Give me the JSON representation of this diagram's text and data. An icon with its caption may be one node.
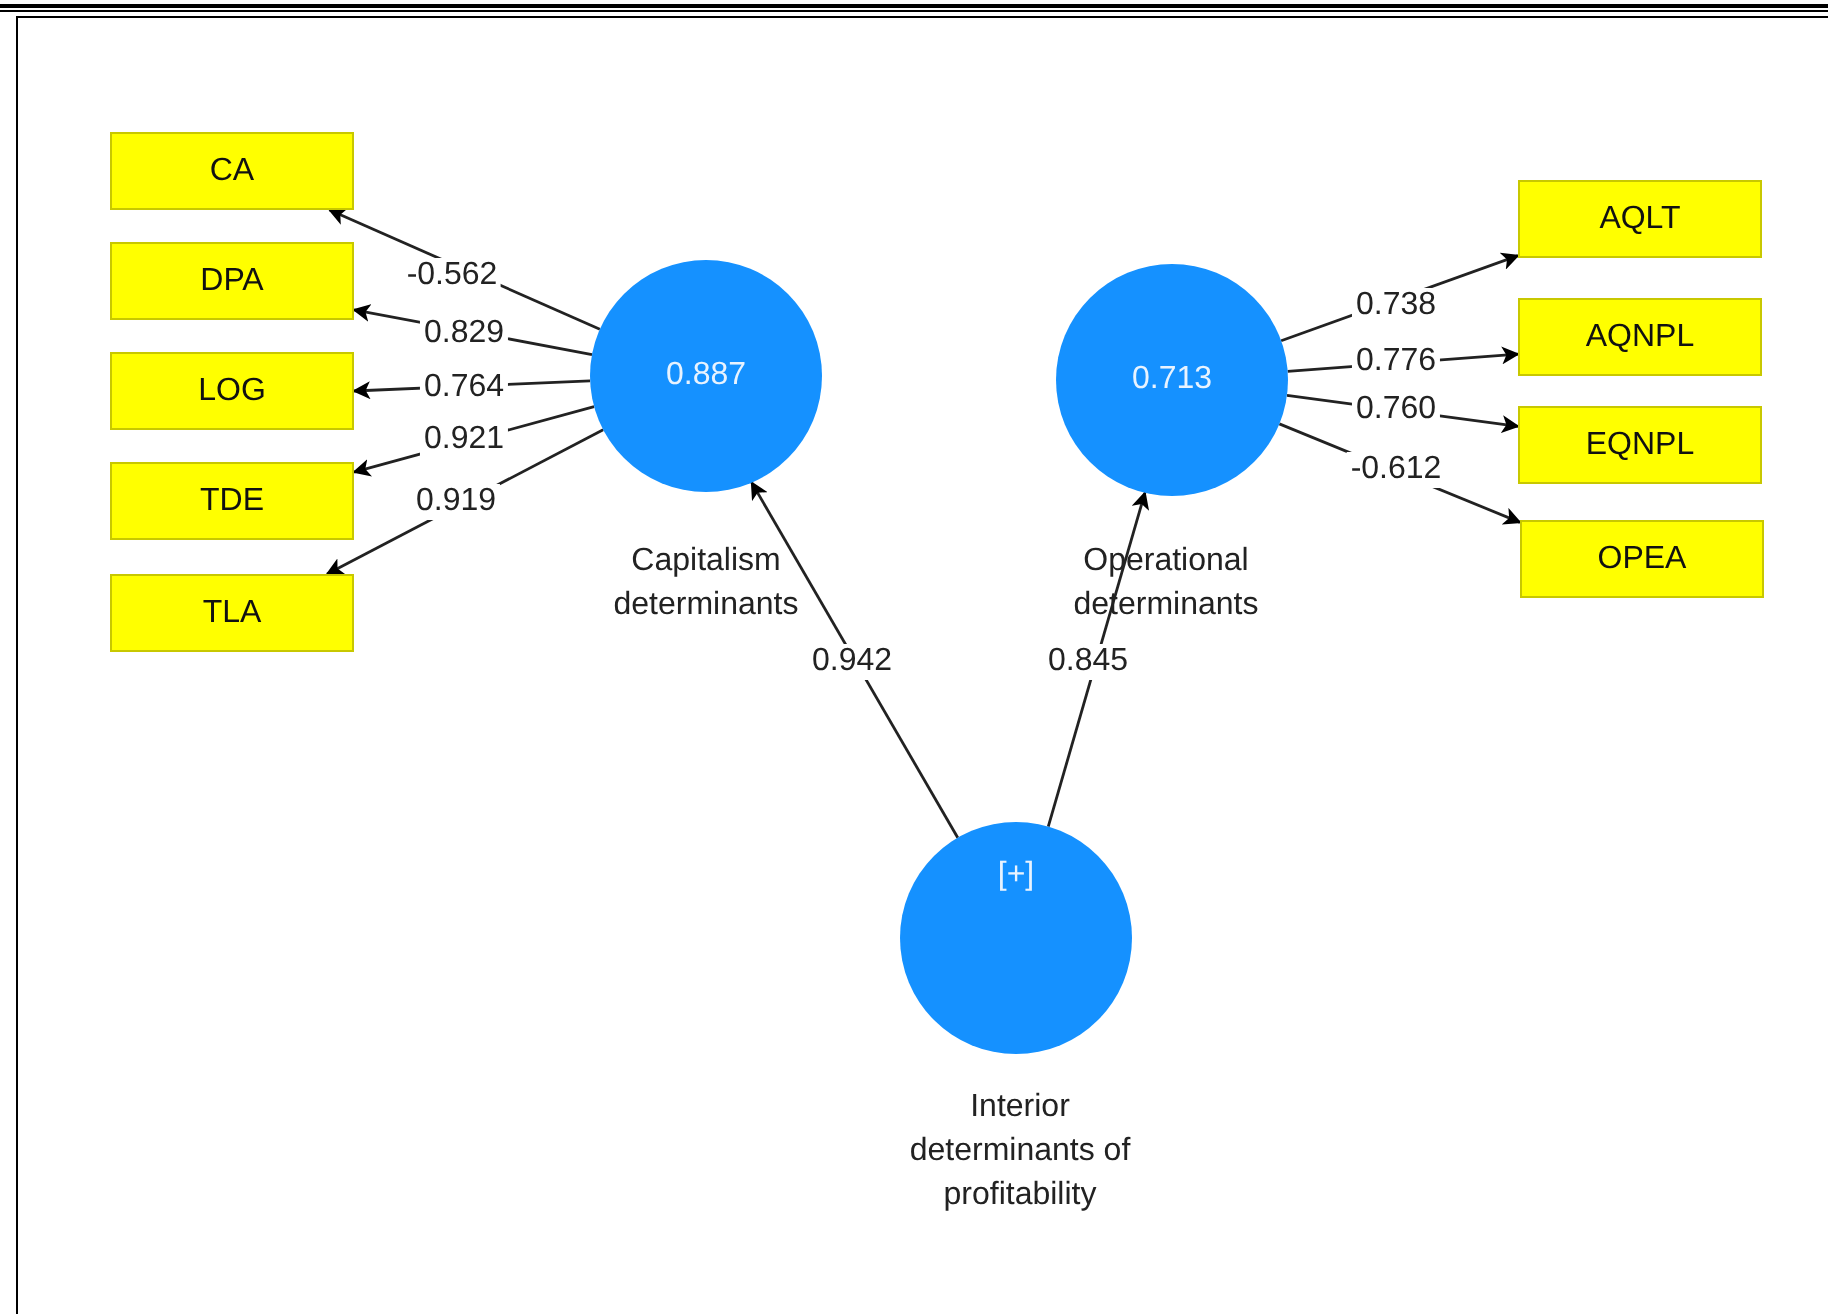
{
  "diagram": {
    "nodes": [
      {
        "text": [
          "CA"
        ]
      },
      {
        "text": [
          "DPA"
        ]
      },
      {
        "text": [
          "LOG"
        ]
      },
      {
        "text": [
          "TDE"
        ]
      },
      {
        "text": [
          "TLA"
        ]
      },
      {
        "text": [
          "0.887"
        ],
        "beside": [
          "Capitalism determinants"
        ]
      },
      {
        "text": [
          "0.713"
        ],
        "beside": [
          "Operational determinants"
        ]
      },
      {
        "text": [
          "AQLT"
        ]
      },
      {
        "text": [
          "AQNPL"
        ]
      },
      {
        "text": [
          "EQNPL"
        ]
      },
      {
        "text": [
          "OPEA"
        ]
      },
      {
        "text": [
          "[+]"
        ],
        "beside": [
          "Interior determinants of profitability"
        ]
      }
    ],
    "edges": [
      {
        "from": 5,
        "to": 0,
        "arrow": "to",
        "label": "-0.562"
      },
      {
        "from": 5,
        "to": 1,
        "arrow": "to",
        "label": "0.829"
      },
      {
        "from": 5,
        "to": 2,
        "arrow": "to",
        "label": "0.764"
      },
      {
        "from": 5,
        "to": 3,
        "arrow": "to",
        "label": "0.921"
      },
      {
        "from": 5,
        "to": 4,
        "arrow": "to",
        "label": "0.919"
      },
      {
        "from": 6,
        "to": 7,
        "arrow": "to",
        "label": "0.738"
      },
      {
        "from": 6,
        "to": 8,
        "arrow": "to",
        "label": "0.776"
      },
      {
        "from": 6,
        "to": 9,
        "arrow": "to",
        "label": "0.760"
      },
      {
        "from": 6,
        "to": 10,
        "arrow": "to",
        "label": "-0.612"
      },
      {
        "from": 11,
        "to": 5,
        "arrow": "to",
        "label": "0.942"
      },
      {
        "from": 11,
        "to": 6,
        "arrow": "to",
        "label": "0.845"
      }
    ]
  }
}
